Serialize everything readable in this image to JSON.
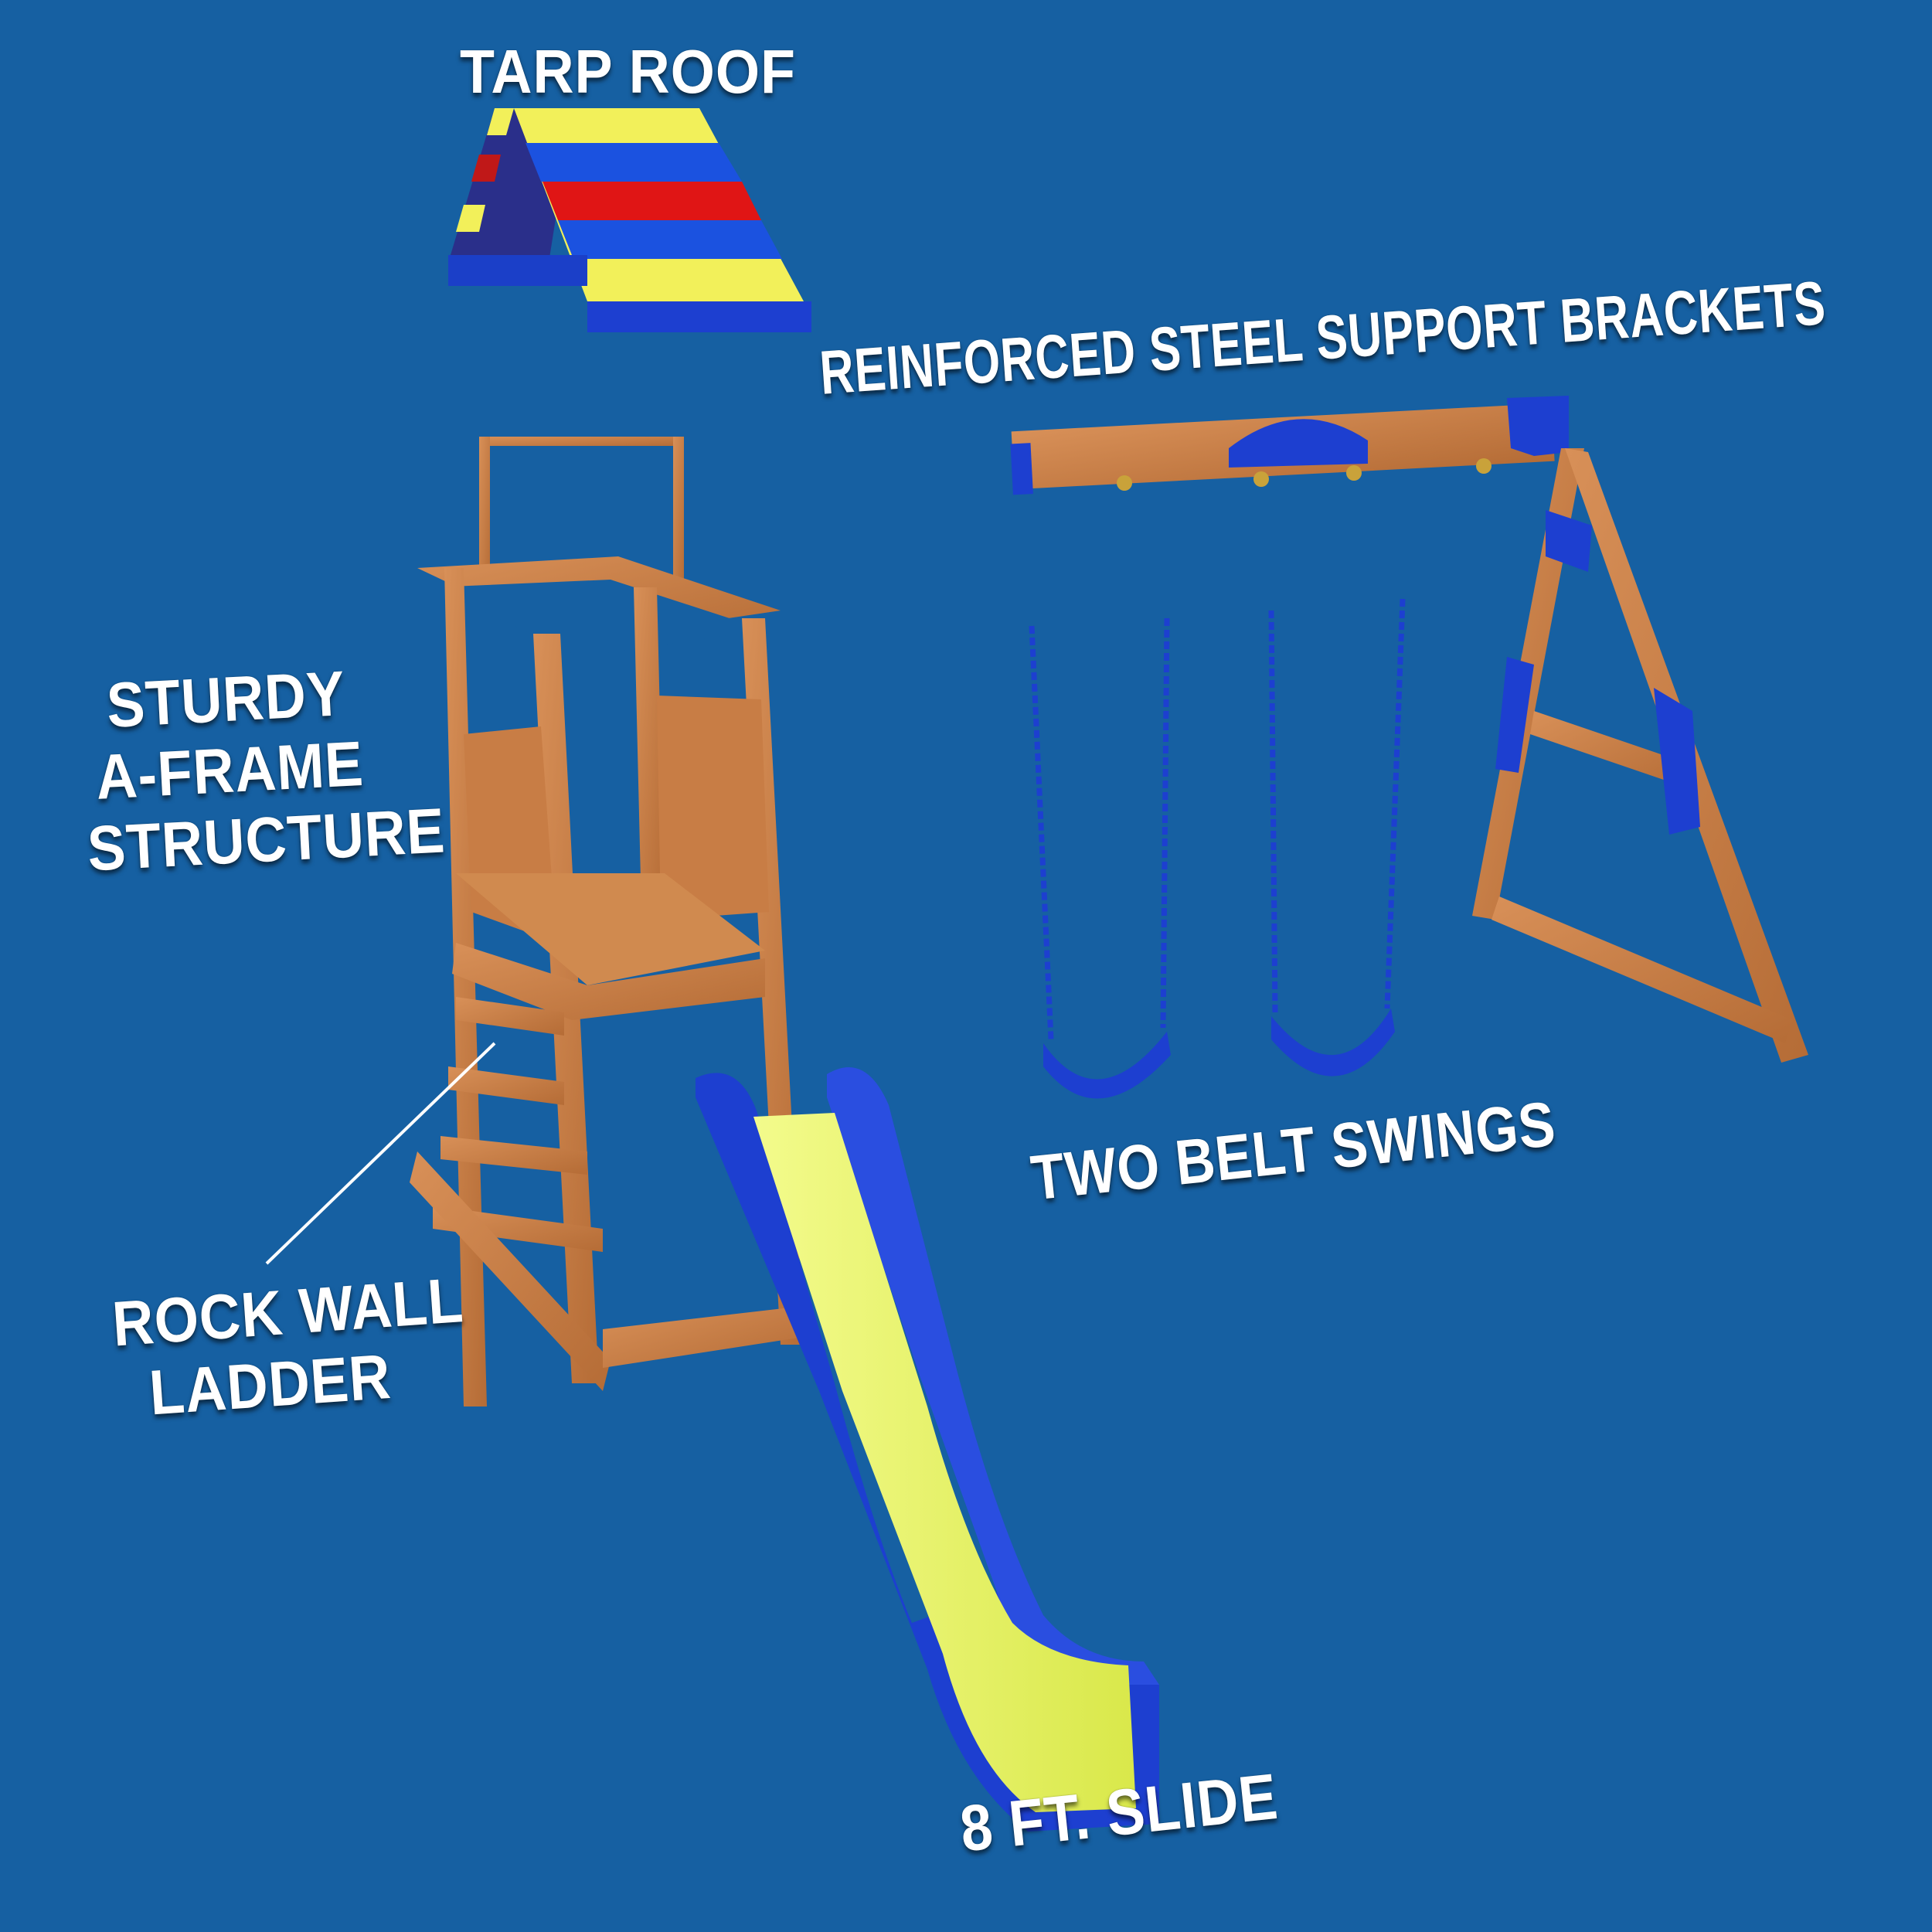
{
  "callouts": {
    "tarp_roof": "TARP ROOF",
    "steel_brackets": "REINFORCED STEEL SUPPORT BRACKETS",
    "a_frame": [
      "STURDY",
      "A-FRAME",
      "STRUCTURE"
    ],
    "belt_swings": "TWO BELT SWINGS",
    "rock_wall": [
      "ROCK WALL",
      "LADDER"
    ],
    "slide": "8 FT. SLIDE"
  },
  "colors": {
    "background": "#1660a2",
    "wood": "#c87d45",
    "plastic_blue": "#1d3fd0",
    "slide_yellow": "#e7f25c",
    "tarp_red": "#e01515",
    "tarp_yellow": "#f2f05a"
  }
}
